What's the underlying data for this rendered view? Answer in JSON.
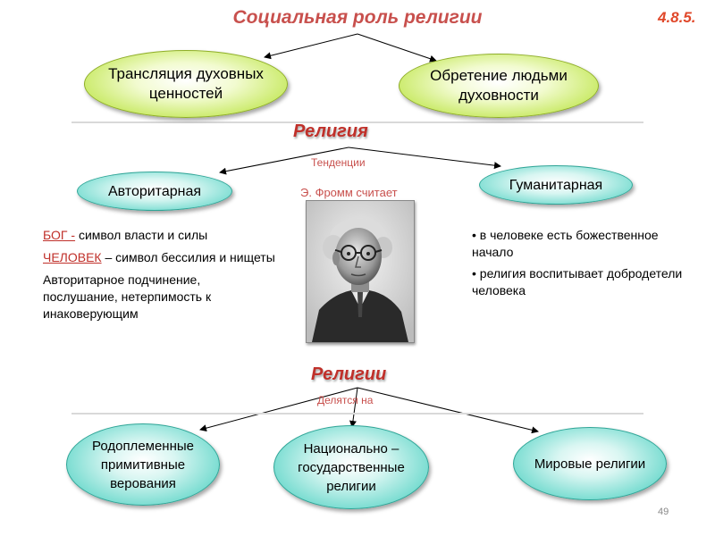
{
  "slide": {
    "title": "Социальная роль религии",
    "number": "4.8.5.",
    "page_number": "49"
  },
  "top_ovals": {
    "left": "Трансляция духовных  ценностей",
    "right": "Обретение людьми духовности"
  },
  "religion_section": {
    "heading": "Религия",
    "tendencies_label": "Тенденции",
    "authoritarian": "Авторитарная",
    "humanitarian": "Гуманитарная",
    "fromm_caption": "Э. Фромм считает",
    "photo_icon": "portrait-photo"
  },
  "authoritarian_notes": {
    "god_term": "БОГ -",
    "god_desc": " символ власти и силы",
    "man_term": "ЧЕЛОВЕК",
    "man_desc": " – символ бессилия и нищеты",
    "submission": "Авторитарное подчинение, послушание, нетерпимость к инаковерующим"
  },
  "humanitarian_notes": {
    "bullet1": "• в человеке есть божественное начало",
    "bullet2": "• религия воспитывает добродетели человека"
  },
  "religions_section": {
    "heading": "Религии",
    "divided_label": "Делятся на",
    "tribal": "Родоплеменные примитивные верования",
    "national": "Национально – государственные религии",
    "world": "Мировые религии"
  },
  "colors": {
    "accent_red": "#c0302a",
    "title_red": "#c8504d",
    "oval_green": "#b8df45",
    "oval_cyan": "#5cd0c2"
  }
}
